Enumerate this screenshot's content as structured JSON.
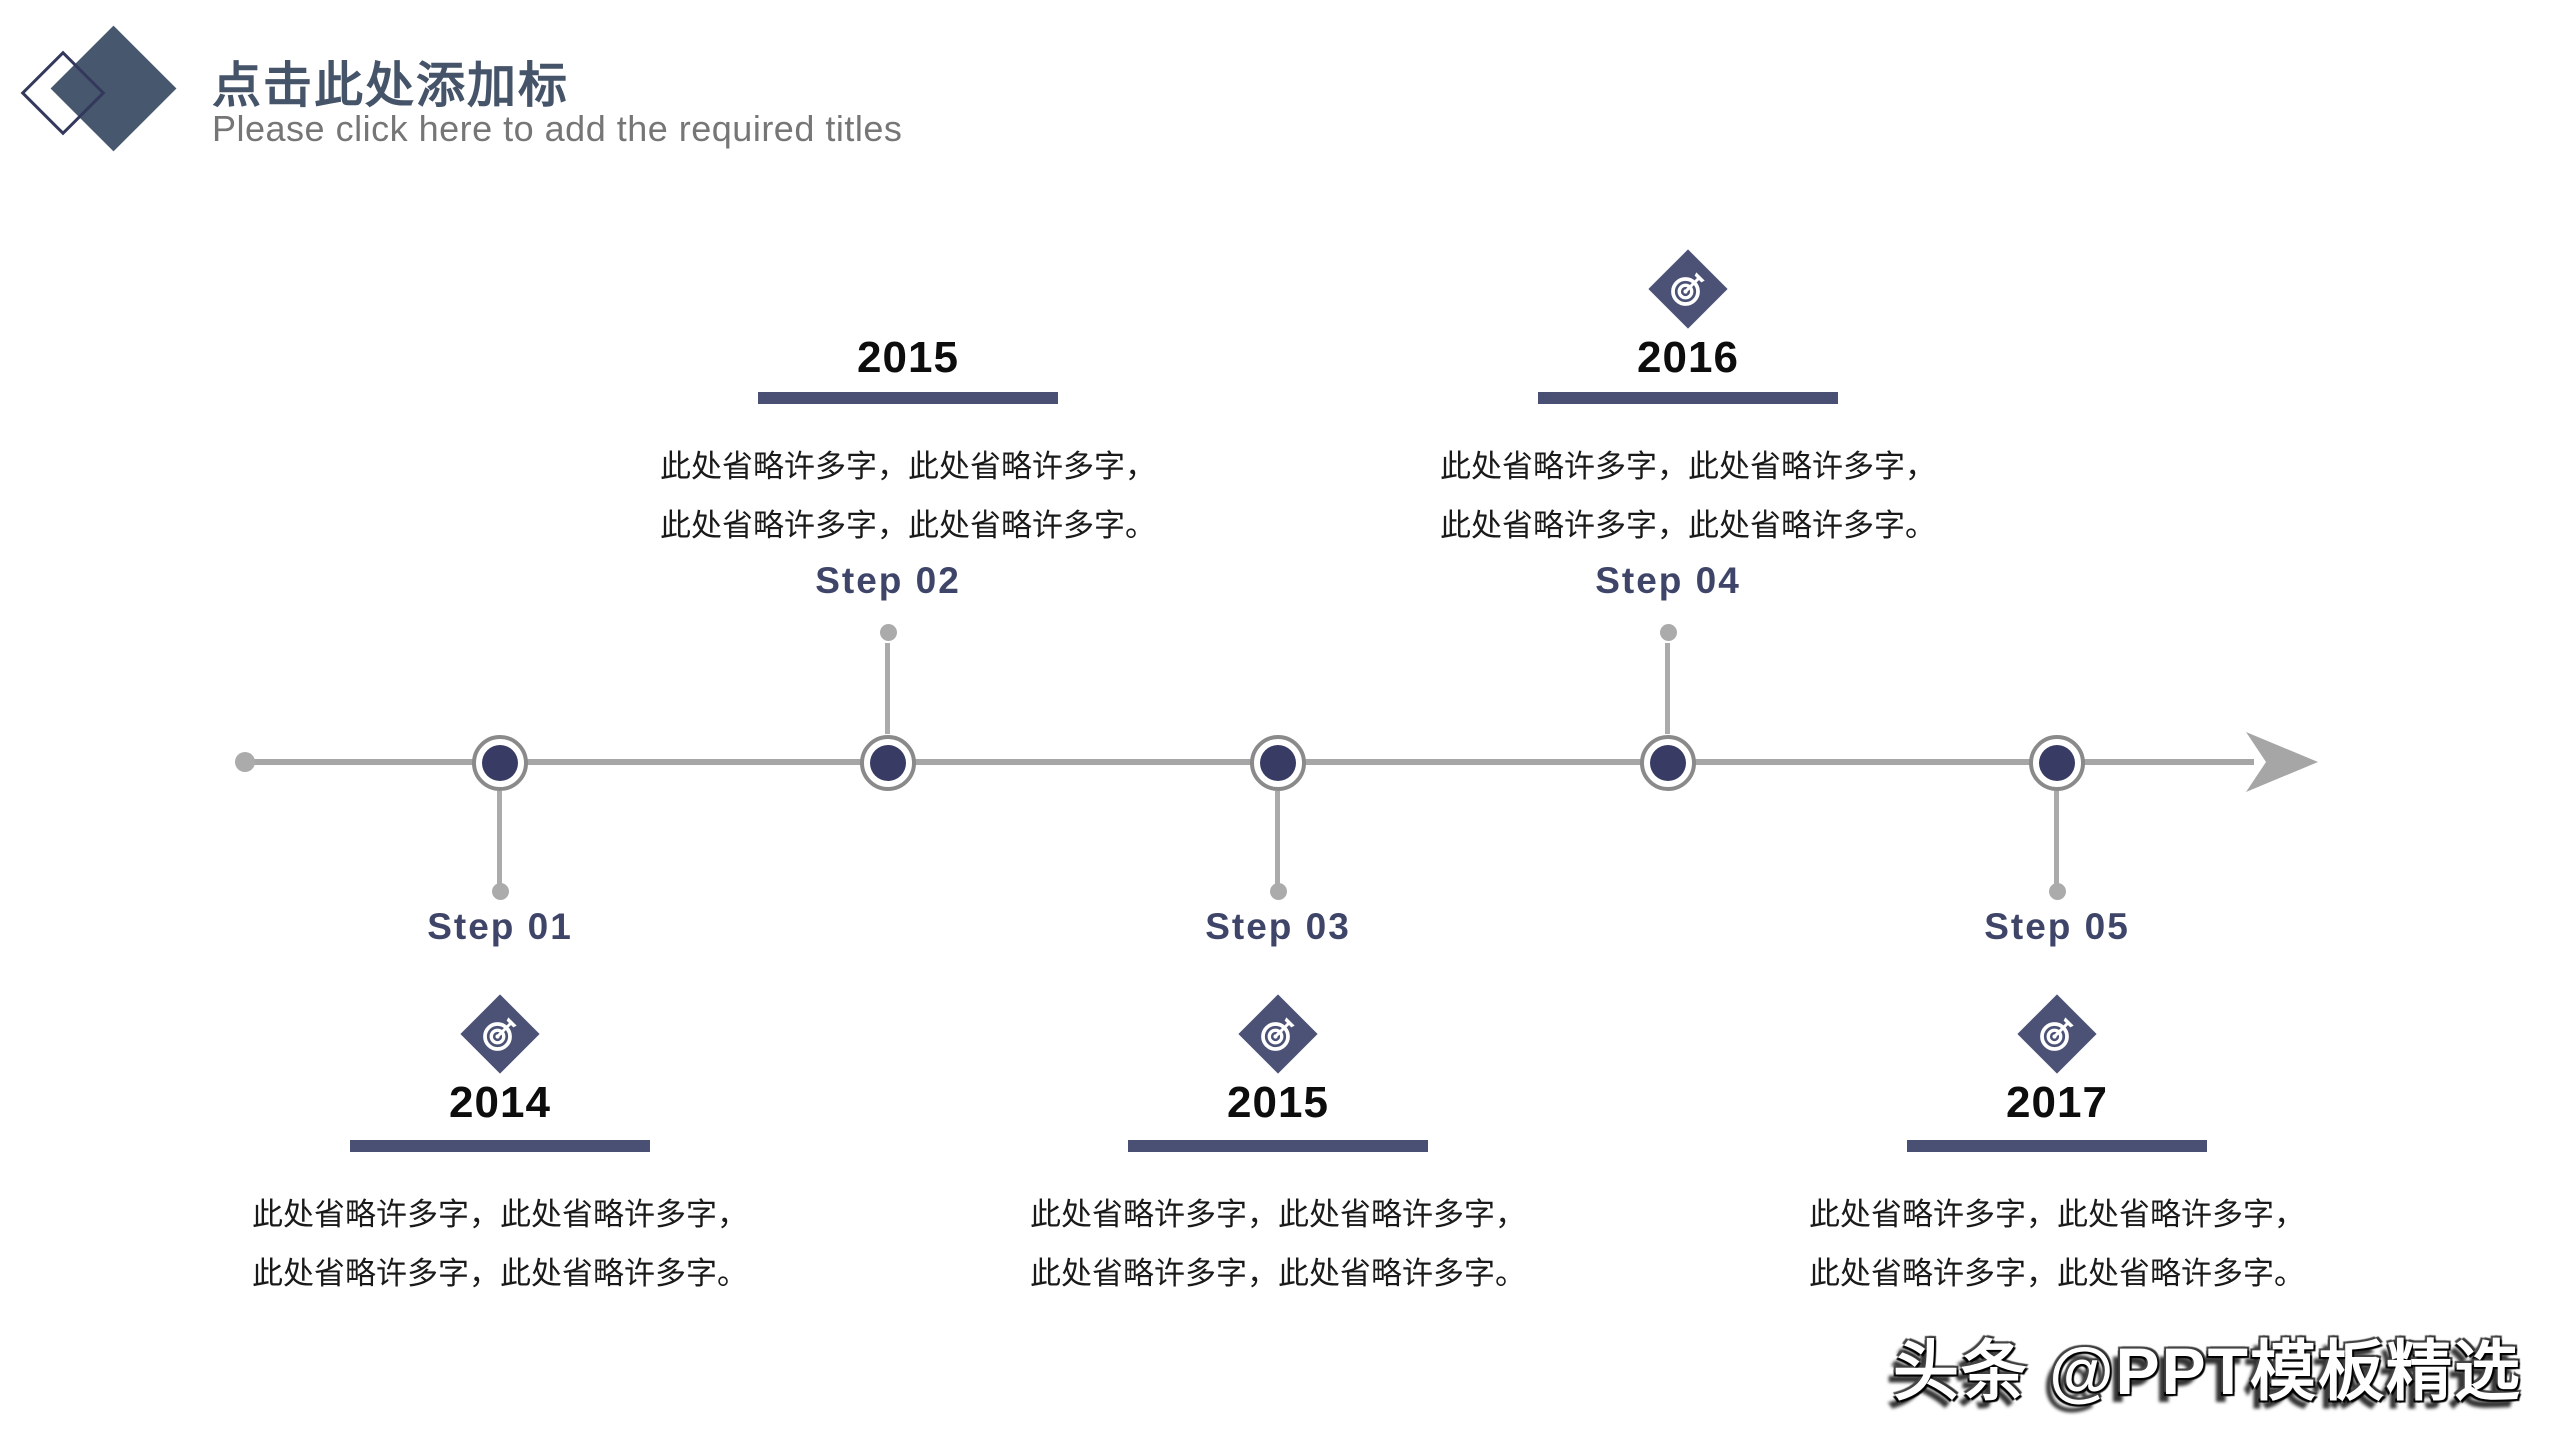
{
  "header": {
    "title": "点击此处添加标",
    "subtitle": "Please click here to add the required titles"
  },
  "timeline": {
    "steps": [
      {
        "label": "Step 01",
        "year": "2014",
        "placement": "below",
        "has_icon": true,
        "icon": "target-dart-icon",
        "desc": [
          "此处省略许多字，此处省略许多字，",
          "此处省略许多字，此处省略许多字。"
        ]
      },
      {
        "label": "Step 02",
        "year": "2015",
        "placement": "above",
        "has_icon": false,
        "icon": null,
        "desc": [
          "此处省略许多字，此处省略许多字，",
          "此处省略许多字，此处省略许多字。"
        ]
      },
      {
        "label": "Step 03",
        "year": "2015",
        "placement": "below",
        "has_icon": true,
        "icon": "target-dart-icon",
        "desc": [
          "此处省略许多字，此处省略许多字，",
          "此处省略许多字，此处省略许多字。"
        ]
      },
      {
        "label": "Step 04",
        "year": "2016",
        "placement": "above",
        "has_icon": true,
        "icon": "target-dart-icon",
        "desc": [
          "此处省略许多字，此处省略许多字，",
          "此处省略许多字，此处省略许多字。"
        ]
      },
      {
        "label": "Step 05",
        "year": "2017",
        "placement": "below",
        "has_icon": true,
        "icon": "target-dart-icon",
        "desc": [
          "此处省略许多字，此处省略许多字，",
          "此处省略许多字，此处省略许多字。"
        ]
      }
    ]
  },
  "watermark": "头条 @PPT模板精选",
  "colors": {
    "node_navy": "#383C64",
    "bar_navy": "#4A4F74",
    "label_navy": "#3E4568",
    "icon_bg": "#4C5276",
    "logo_slate": "#47586E",
    "title_slate": "#455469",
    "subtitle_gray": "#767676",
    "line_gray": "#A6A6A6",
    "ring_gray": "#8A8A8A"
  }
}
